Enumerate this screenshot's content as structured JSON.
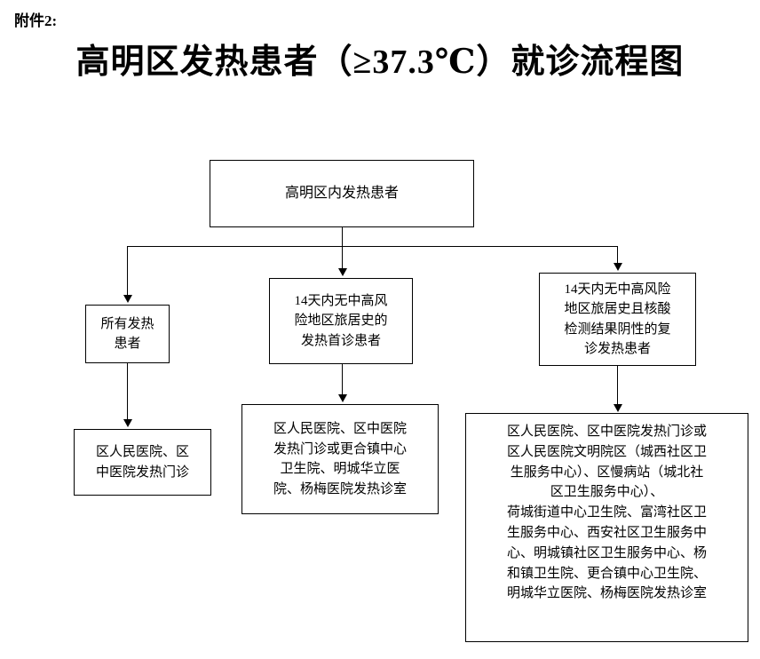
{
  "document": {
    "attachment_label": "附件2:",
    "title": "高明区发热患者（≥37.3℃）就诊流程图"
  },
  "flowchart": {
    "type": "flowchart",
    "orientation": "top-down",
    "nodes": [
      {
        "id": "top",
        "label": "高明区内发热患者",
        "level": 1
      },
      {
        "id": "all-fever",
        "label": "所有发热\n患者",
        "level": 2
      },
      {
        "id": "first-visit",
        "label": "14天内无中高风\n险地区旅居史的\n发热首诊患者",
        "level": 2
      },
      {
        "id": "revisit",
        "label": "14天内无中高风险\n地区旅居史且核酸\n检测结果阴性的复\n诊发热患者",
        "level": 2
      },
      {
        "id": "out-left",
        "label": "区人民医院、区\n中医院发热门诊",
        "level": 3
      },
      {
        "id": "out-mid",
        "label": "区人民医院、区中医院\n发热门诊或更合镇中心\n卫生院、明城华立医\n院、杨梅医院发热诊室",
        "level": 3
      },
      {
        "id": "out-right",
        "label": "区人民医院、区中医院发热门诊或\n区人民医院文明院区（城西社区卫\n生服务中心）、区慢病站（城北社\n区卫生服务中心）、\n荷城街道中心卫生院、富湾社区卫\n生服务中心、西安社区卫生服务中\n心、明城镇社区卫生服务中心、杨\n和镇卫生院、更合镇中心卫生院、\n明城华立医院、杨梅医院发热诊室",
        "level": 3
      }
    ],
    "edges": [
      {
        "from": "top",
        "to": "all-fever"
      },
      {
        "from": "top",
        "to": "first-visit"
      },
      {
        "from": "top",
        "to": "revisit"
      },
      {
        "from": "all-fever",
        "to": "out-left"
      },
      {
        "from": "first-visit",
        "to": "out-mid"
      },
      {
        "from": "revisit",
        "to": "out-right"
      }
    ]
  }
}
